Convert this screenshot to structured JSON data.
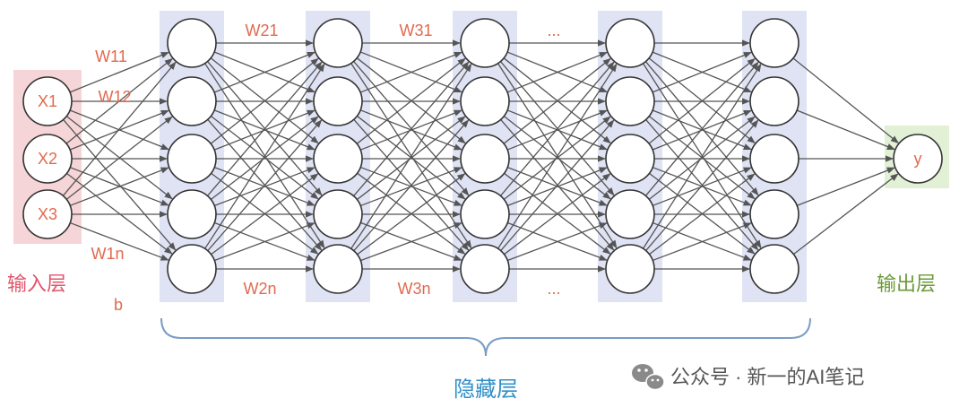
{
  "input_layer": {
    "label": "输入层",
    "nodes": [
      "X1",
      "X2",
      "X3"
    ],
    "color": "#f6d5d8"
  },
  "hidden_layers": {
    "label": "隐藏层",
    "count": 5,
    "nodes_per_layer": 5,
    "color": "#dfe3f4"
  },
  "output_layer": {
    "label": "输出层",
    "nodes": [
      "y"
    ],
    "color": "#e2f0d6"
  },
  "weight_labels": {
    "w11": "W11",
    "w12": "W12",
    "w1n": "W1n",
    "w21": "W21",
    "w2n": "W2n",
    "w31": "W31",
    "w3n": "W3n",
    "ellipsis_top": "...",
    "ellipsis_bottom": "...",
    "bias": "b"
  },
  "watermark": {
    "text": "公众号 · 新一的AI笔记",
    "icon": "wechat-icon"
  },
  "colors": {
    "edge": "#555555",
    "node_stroke": "#333333",
    "accent_red": "#e06a4e",
    "brace": "#7a9cc6"
  }
}
